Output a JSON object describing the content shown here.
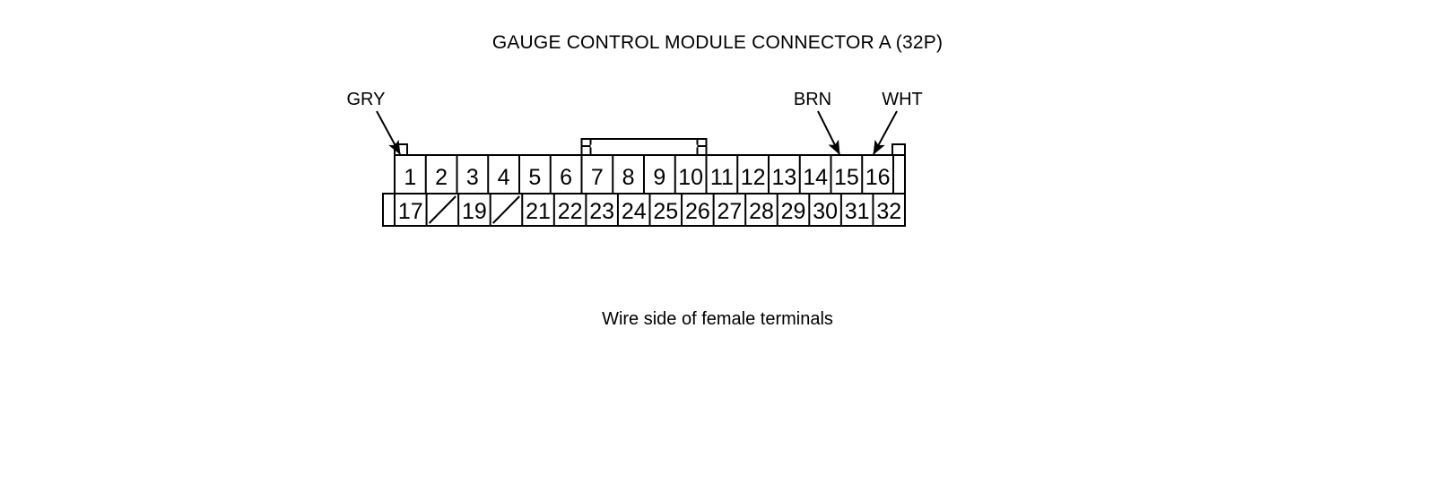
{
  "title": "GAUGE CONTROL MODULE CONNECTOR A (32P)",
  "caption": "Wire side of female terminals",
  "connector": {
    "name": "GAUGE CONTROL MODULE CONNECTOR A",
    "pin_count": "32P",
    "view": "Wire side of female terminals",
    "top_row": [
      "1",
      "2",
      "3",
      "4",
      "5",
      "6",
      "7",
      "8",
      "9",
      "10",
      "11",
      "12",
      "13",
      "14",
      "15",
      "16"
    ],
    "bottom_row": [
      "17",
      "",
      "19",
      "",
      "21",
      "22",
      "23",
      "24",
      "25",
      "26",
      "27",
      "28",
      "29",
      "30",
      "31",
      "32"
    ],
    "blank_pins": [
      "18",
      "20"
    ]
  },
  "wire_labels": [
    {
      "id": "gry",
      "label": "GRY",
      "pin": "1"
    },
    {
      "id": "brn",
      "label": "BRN",
      "pin": "15"
    },
    {
      "id": "wht",
      "label": "WHT",
      "pin": "16"
    }
  ],
  "colors": {
    "line": "#000000",
    "background": "#ffffff",
    "text": "#000000"
  }
}
